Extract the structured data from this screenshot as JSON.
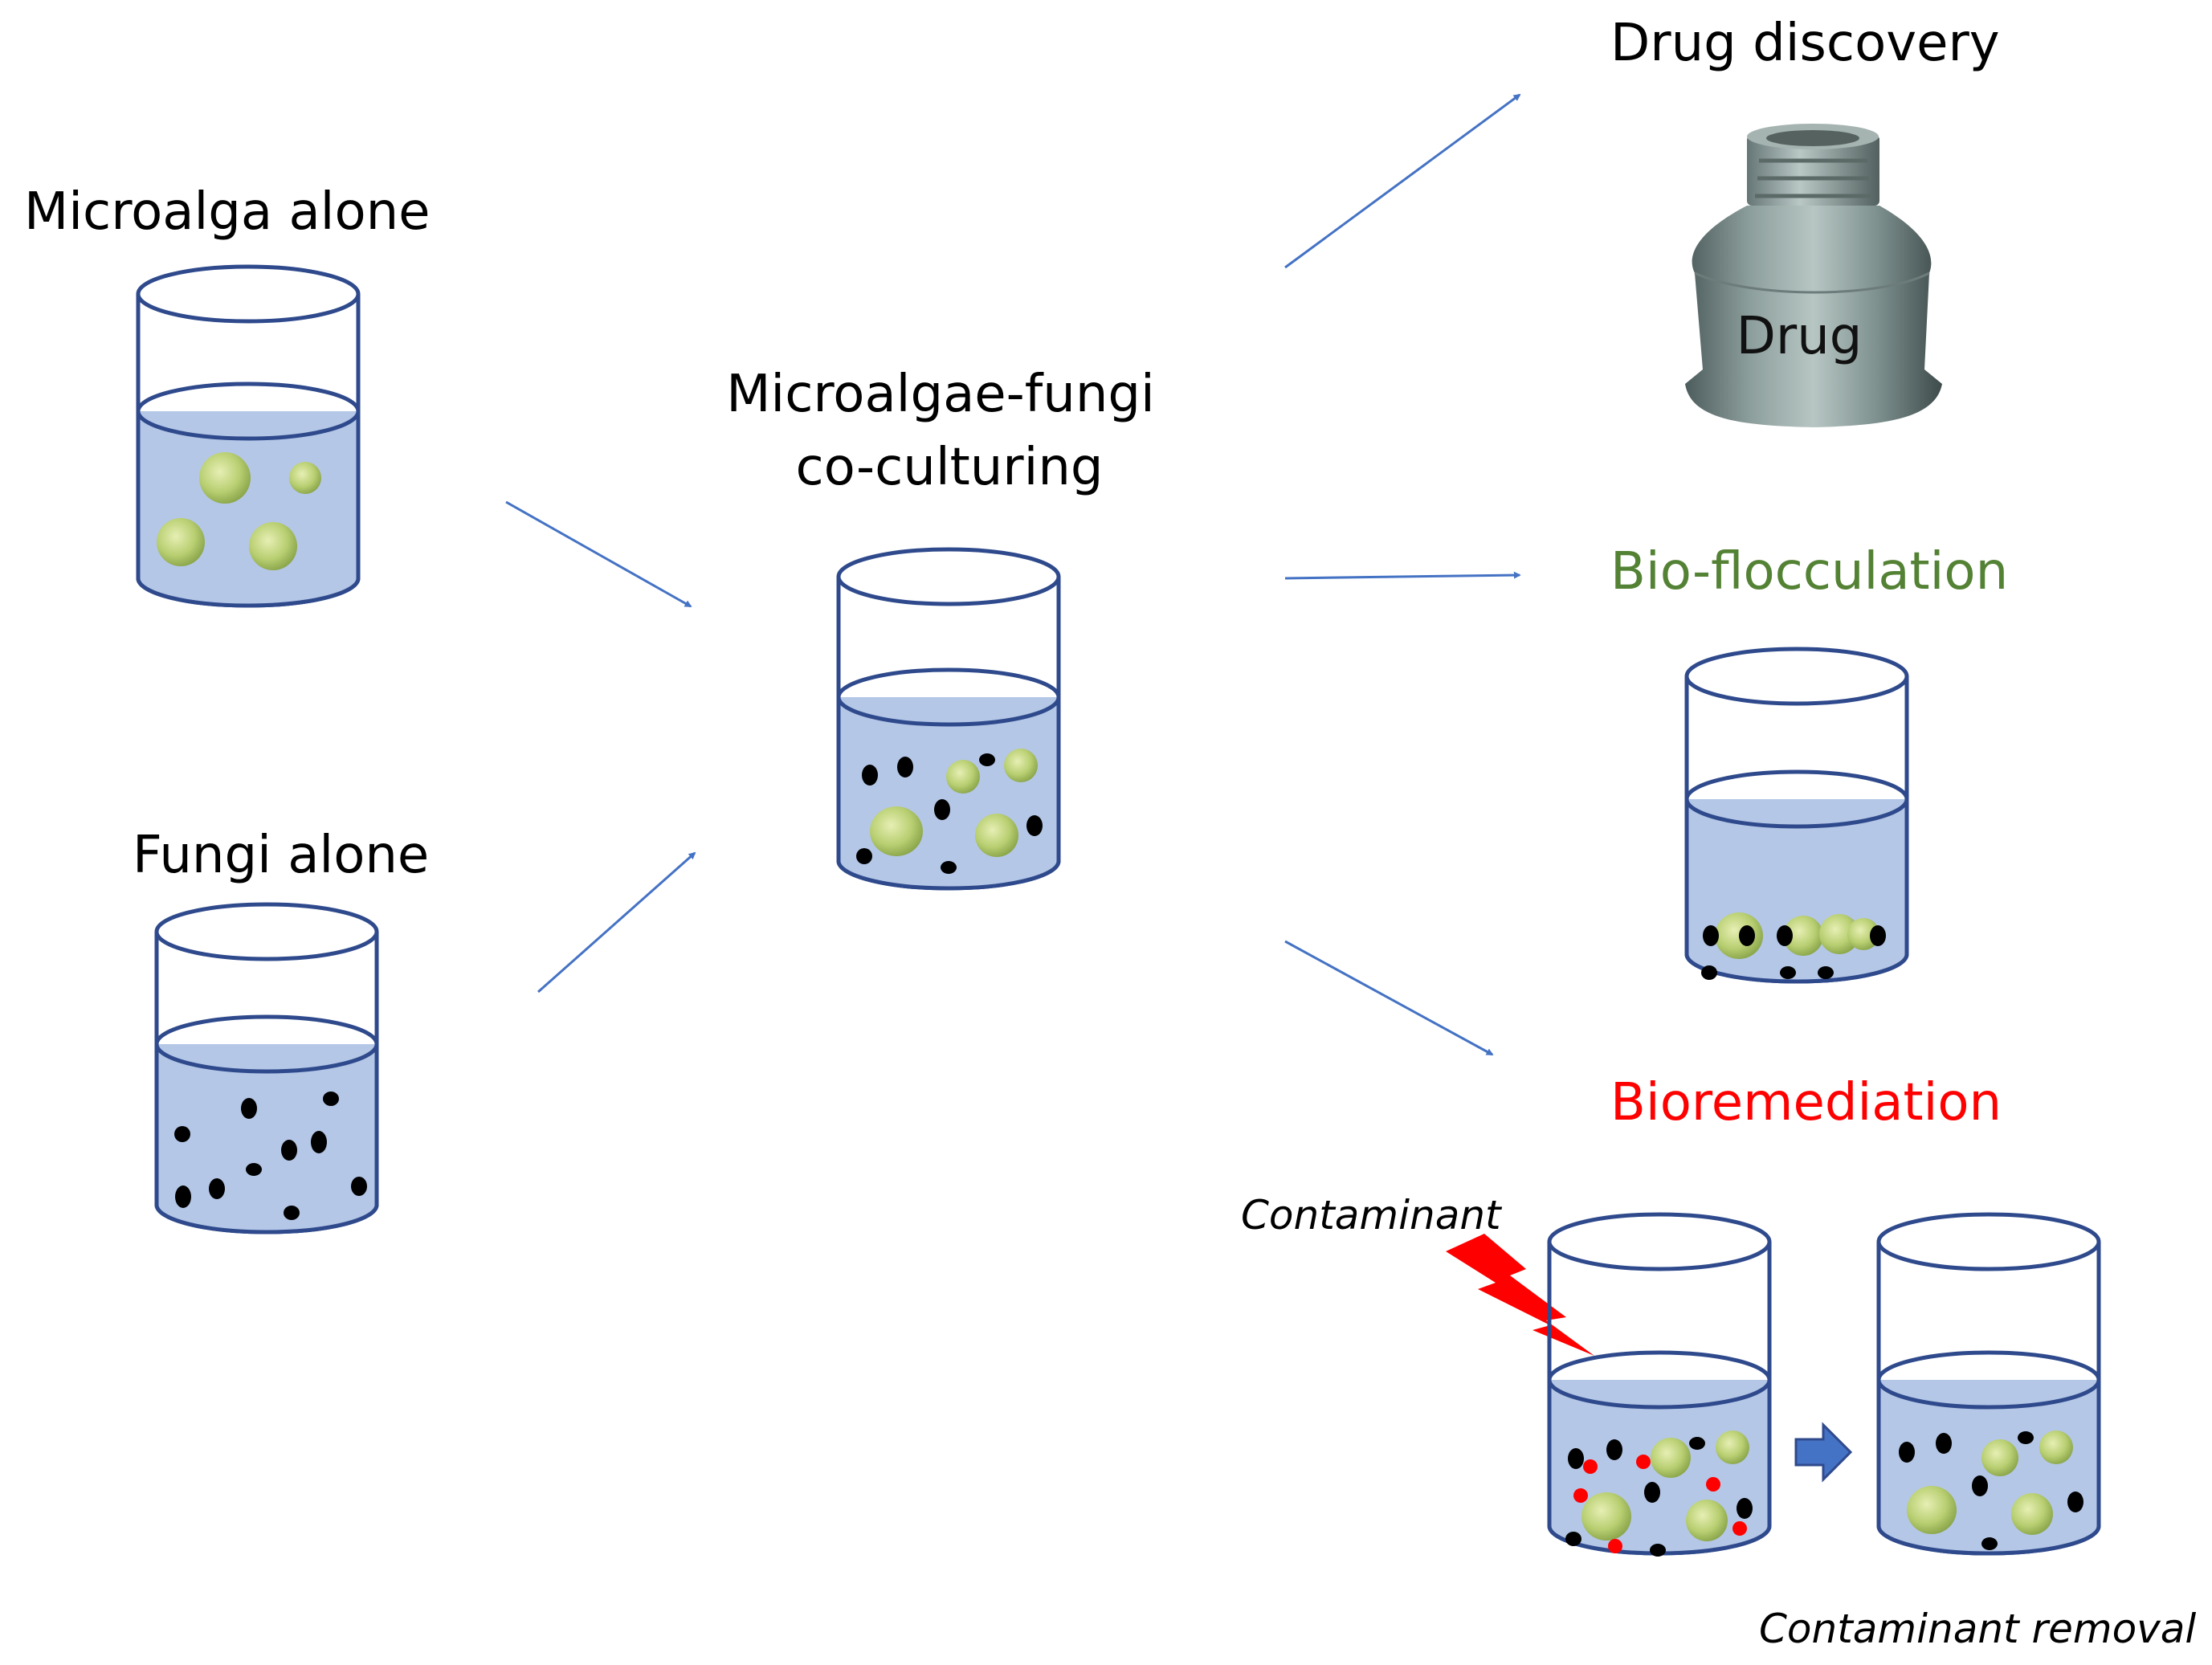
{
  "labels": {
    "microalga_alone": "Microalga alone",
    "fungi_alone": "Fungi alone",
    "coculture_line1": "Microalgae-fungi",
    "coculture_line2": "co-culturing",
    "drug_discovery": "Drug discovery",
    "drug": "Drug",
    "bioflocculation": "Bio-flocculation",
    "bioremediation": "Bioremediation",
    "contaminant": "Contaminant",
    "contaminant_removal": "Contaminant removal"
  },
  "colors": {
    "bioflocculation": "#548235",
    "bioremediation": "#FF0000",
    "arrows": "#4472C4",
    "water": "#B4C7E7",
    "beaker_outline": "#2F4A8C",
    "contaminant_bolt": "#FF0000"
  }
}
